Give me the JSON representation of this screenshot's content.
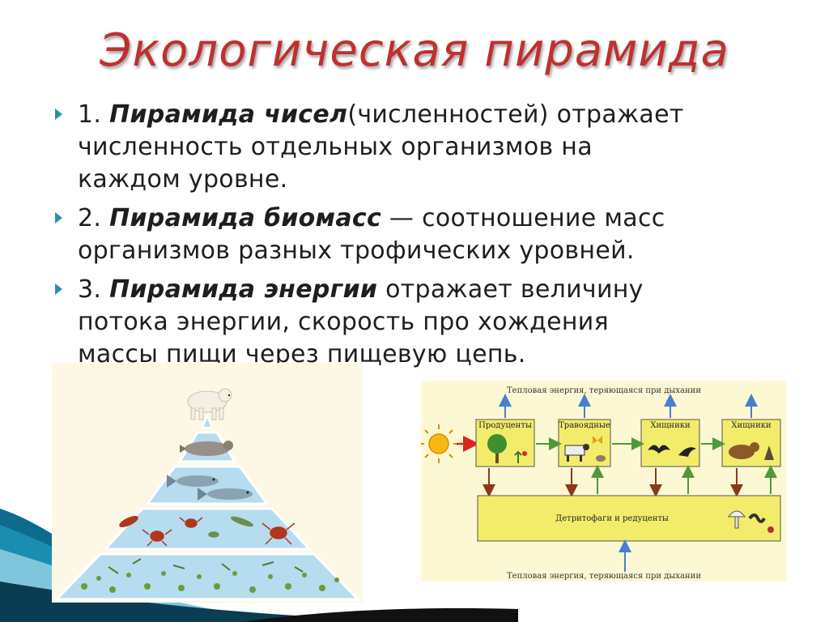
{
  "slide": {
    "title": "Экологическая пирамида",
    "accent_color": "#c0302e",
    "bullet_color": "#2a8fb0",
    "bullets": [
      {
        "number": "1.",
        "term": "Пирамида чисел",
        "lines": [
          "(численностей) отражает",
          "численность отдельных организмов на",
          "каждом уровне."
        ]
      },
      {
        "number": "2.",
        "term": "Пирамида биомасс",
        "lines": [
          " — соотношение масс",
          "организмов разных трофических уровней."
        ]
      },
      {
        "number": "3.",
        "term": "Пирамида энергии",
        "lines": [
          " отражает величину",
          "потока энергии, скорость про хождения",
          "массы пищи через пищевую цепь."
        ]
      }
    ]
  },
  "pyramid": {
    "levels": [
      "polar-bear",
      "seal",
      "fish",
      "crustaceans",
      "plankton"
    ]
  },
  "flow_diagram": {
    "top_label": "Тепловая энергия, теряющаяся при дыхании",
    "bottom_label": "Тепловая энергия, теряющаяся при дыхании",
    "nodes": [
      "Продуценты",
      "Травоядные",
      "Хищники",
      "Хищники"
    ],
    "decomposers": "Детритофаги и редуценты"
  }
}
